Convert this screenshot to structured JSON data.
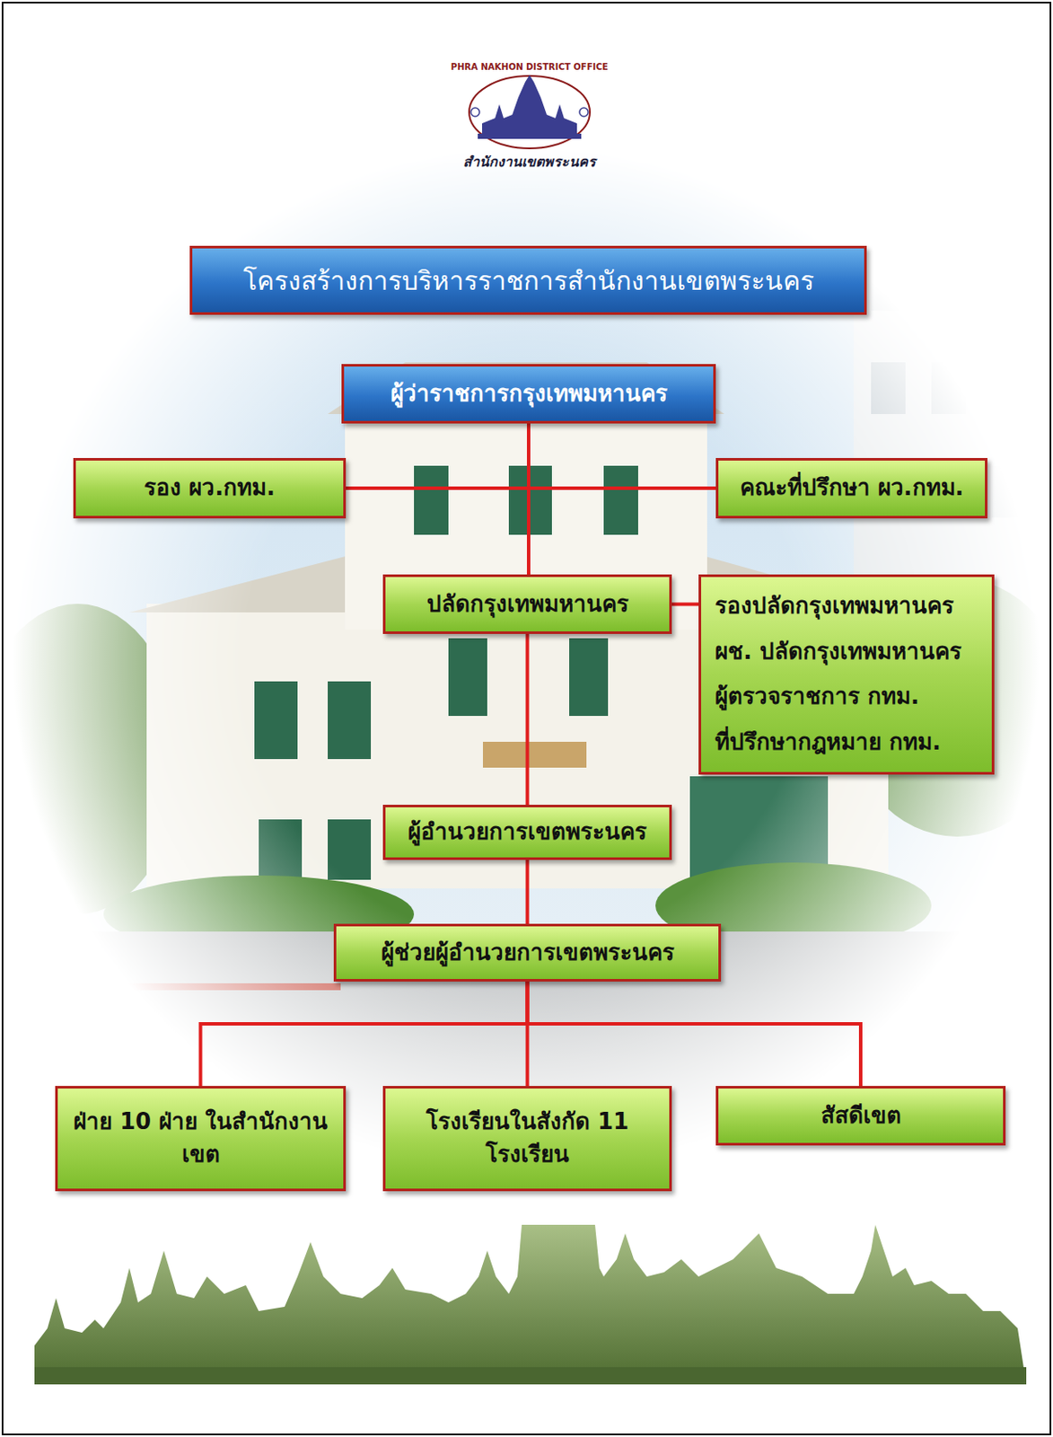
{
  "diagram": {
    "title": "โครงสร้างการบริหารราชการสำนักงานเขตพระนคร",
    "nodes": [
      {
        "text": [
          "ผู้ว่าราชการกรุงเทพมหานคร"
        ]
      },
      {
        "text": [
          "รอง ผว.กทม."
        ]
      },
      {
        "text": [
          "คณะที่ปรึกษา ผว.กทม."
        ]
      },
      {
        "text": [
          "ปลัดกรุงเทพมหานคร"
        ]
      },
      {
        "text": [
          "รองปลัดกรุงเทพมหานคร",
          "ผช. ปลัดกรุงเทพมหานคร",
          "ผู้ตรวจราชการ กทม.",
          "ที่ปรึกษากฎหมาย กทม."
        ]
      },
      {
        "text": [
          "ผู้อำนวยการเขตพระนคร"
        ]
      },
      {
        "text": [
          "ผู้ช่วยผู้อำนวยการเขตพระนคร"
        ]
      },
      {
        "text": [
          "ฝ่าย 10 ฝ่าย ในสำนักงานเขต"
        ]
      },
      {
        "text": [
          "โรงเรียนในสังกัด 11 โรงเรียน"
        ]
      },
      {
        "text": [
          "สัสดีเขต"
        ]
      }
    ],
    "edges": [
      {
        "from": 0,
        "to": 1,
        "arrow": "none"
      },
      {
        "from": 0,
        "to": 2,
        "arrow": "none"
      },
      {
        "from": 0,
        "to": 3,
        "arrow": "none"
      },
      {
        "from": 3,
        "to": 4,
        "arrow": "none"
      },
      {
        "from": 3,
        "to": 5,
        "arrow": "none"
      },
      {
        "from": 5,
        "to": 6,
        "arrow": "none"
      },
      {
        "from": 6,
        "to": 7,
        "arrow": "none"
      },
      {
        "from": 6,
        "to": 8,
        "arrow": "none"
      },
      {
        "from": 6,
        "to": 9,
        "arrow": "none"
      }
    ],
    "labels": [
      "PHRA NAKHON DISTRICT OFFICE",
      "สำนักงานเขตพระนคร"
    ]
  }
}
